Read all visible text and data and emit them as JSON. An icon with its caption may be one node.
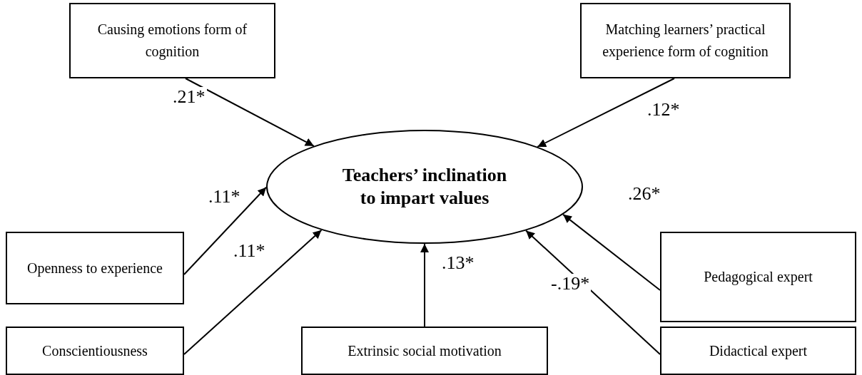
{
  "diagram": {
    "nodes": [
      {
        "text": [
          "Teachers’ inclination to impart values"
        ]
      },
      {
        "text": [
          "Causing emotions form of cognition"
        ]
      },
      {
        "text": [
          "Matching learners’ practical experience form of cognition"
        ]
      },
      {
        "text": [
          "Openness to experience"
        ]
      },
      {
        "text": [
          "Conscientiousness"
        ]
      },
      {
        "text": [
          "Extrinsic social motivation"
        ]
      },
      {
        "text": [
          "Pedagogical expert"
        ]
      },
      {
        "text": [
          "Didactical expert"
        ]
      }
    ],
    "edges": [
      {
        "from": 1,
        "to": 0,
        "arrow": "to",
        "label": ".21*"
      },
      {
        "from": 2,
        "to": 0,
        "arrow": "to",
        "label": ".12*"
      },
      {
        "from": 3,
        "to": 0,
        "arrow": "to",
        "label": ".11*"
      },
      {
        "from": 4,
        "to": 0,
        "arrow": "to",
        "label": ".11*"
      },
      {
        "from": 5,
        "to": 0,
        "arrow": "to",
        "label": ".13*"
      },
      {
        "from": 6,
        "to": 0,
        "arrow": "to",
        "label": ".26*"
      },
      {
        "from": 7,
        "to": 0,
        "arrow": "to",
        "label": "-.19*"
      }
    ]
  }
}
